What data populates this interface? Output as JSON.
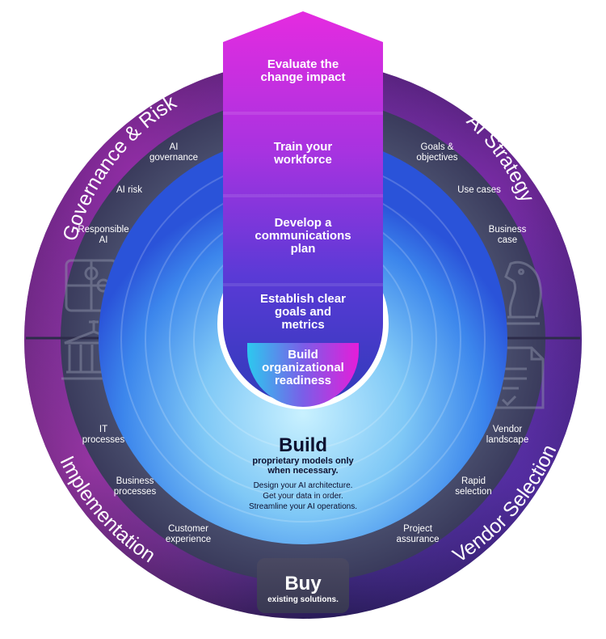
{
  "quadrants": {
    "governance": {
      "title": "Governance & Risk",
      "items": [
        {
          "lines": [
            "AI",
            "governance"
          ]
        },
        {
          "lines": [
            "AI risk"
          ]
        },
        {
          "lines": [
            "Responsible",
            "AI"
          ]
        }
      ]
    },
    "strategy": {
      "title": "AI Strategy",
      "items": [
        {
          "lines": [
            "Goals &",
            "objectives"
          ]
        },
        {
          "lines": [
            "Use cases"
          ]
        },
        {
          "lines": [
            "Business",
            "case"
          ]
        }
      ]
    },
    "implementation": {
      "title": "Implementation",
      "items": [
        {
          "lines": [
            "IT",
            "processes"
          ]
        },
        {
          "lines": [
            "Business",
            "processes"
          ]
        },
        {
          "lines": [
            "Customer",
            "experience"
          ]
        }
      ]
    },
    "vendor": {
      "title": "Vendor Selection",
      "items": [
        {
          "lines": [
            "Vendor",
            "landscape"
          ]
        },
        {
          "lines": [
            "Rapid",
            "selection"
          ]
        },
        {
          "lines": [
            "Project",
            "assurance"
          ]
        }
      ]
    }
  },
  "arrow_steps": [
    {
      "lines": [
        "Evaluate the",
        "change impact"
      ]
    },
    {
      "lines": [
        "Train your",
        "workforce"
      ]
    },
    {
      "lines": [
        "Develop a",
        "communications",
        "plan"
      ]
    },
    {
      "lines": [
        "Establish clear",
        "goals and",
        "metrics"
      ]
    },
    {
      "lines": [
        "Build",
        "organizational",
        "readiness"
      ]
    }
  ],
  "build": {
    "title": "Build",
    "subtitle_lines": [
      "proprietary models only",
      "when necessary."
    ],
    "body_lines": [
      "Design your AI architecture.",
      "Get your data in order.",
      "Streamline your AI operations."
    ]
  },
  "buy": {
    "title": "Buy",
    "subtitle": "existing solutions."
  },
  "icons": [
    "puzzle-icon",
    "chess-knight-icon",
    "government-building-icon",
    "document-checklist-icon"
  ],
  "colors": {
    "outer_ring": "#2a1f5c",
    "outer_ring_accent": "#8a2f9e",
    "mid_ring": "#4b4a6b",
    "inner_center": "#a9e6fb",
    "inner_edge": "#2f5fe0",
    "arrow_top": "#e62be0",
    "arrow_mid": "#8a3be6",
    "arrow_bottom": "#2c3fb8",
    "readiness_left": "#29c6ee",
    "readiness_right": "#e51dd9"
  }
}
